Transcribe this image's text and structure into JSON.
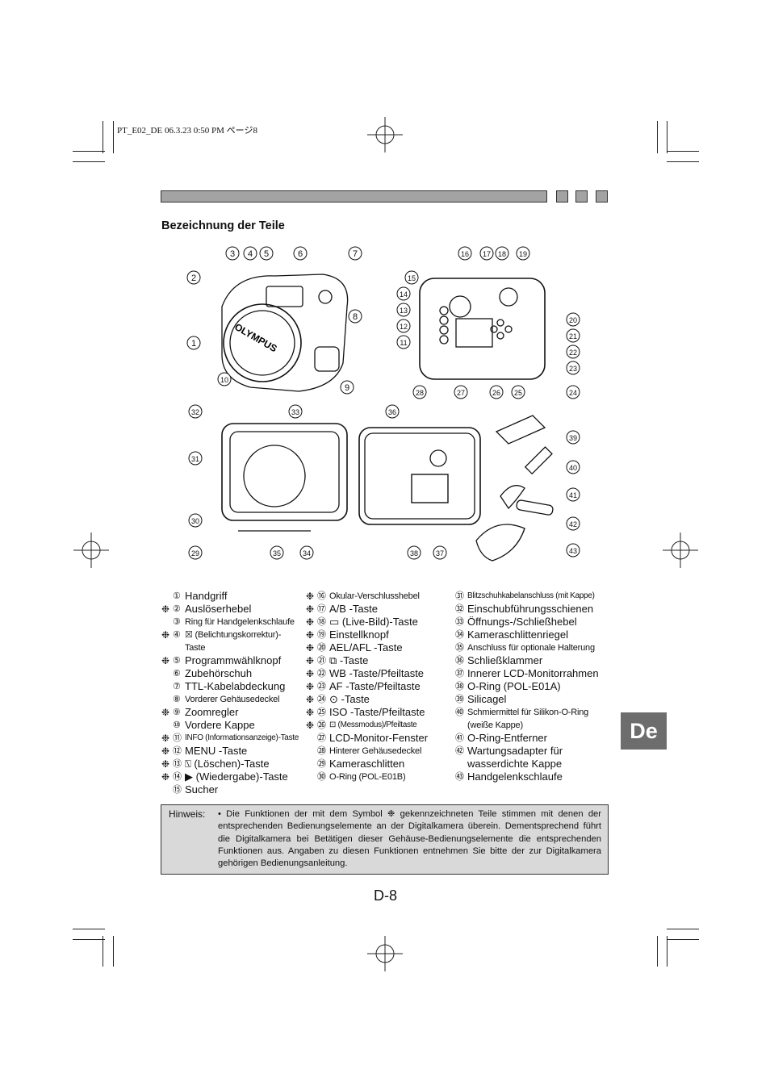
{
  "slug": "PT_E02_DE  06.3.23  0:50 PM  ページ8",
  "heading": "Bezeichnung der Teile",
  "callouts": [
    "1",
    "2",
    "3",
    "4",
    "5",
    "6",
    "7",
    "8",
    "9",
    "10",
    "11",
    "12",
    "13",
    "14",
    "15",
    "16",
    "17",
    "18",
    "19",
    "20",
    "21",
    "22",
    "23",
    "24",
    "25",
    "26",
    "27",
    "28",
    "29",
    "30",
    "31",
    "32",
    "33",
    "34",
    "35",
    "36",
    "37",
    "38",
    "39",
    "40",
    "41",
    "42",
    "43"
  ],
  "logo_text": "OLYMPUS",
  "columns": [
    [
      {
        "mark": "",
        "num": "①",
        "text": "Handgriff",
        "size": ""
      },
      {
        "mark": "❉",
        "num": "②",
        "text": "Auslöserhebel",
        "size": ""
      },
      {
        "mark": "",
        "num": "③",
        "text": "Ring für Handgelenkschlaufe",
        "size": "small"
      },
      {
        "mark": "❉",
        "num": "④",
        "text": "☒ (Belichtungskorrektur)-",
        "size": "small"
      },
      {
        "mark": "",
        "num": "",
        "text": "Taste",
        "size": "small"
      },
      {
        "mark": "❉",
        "num": "⑤",
        "text": "Programmwählknopf",
        "size": ""
      },
      {
        "mark": "",
        "num": "⑥",
        "text": "Zubehörschuh",
        "size": ""
      },
      {
        "mark": "",
        "num": "⑦",
        "text": "TTL-Kabelabdeckung",
        "size": ""
      },
      {
        "mark": "",
        "num": "⑧",
        "text": "Vorderer Gehäusedeckel",
        "size": "small"
      },
      {
        "mark": "❉",
        "num": "⑨",
        "text": "Zoomregler",
        "size": ""
      },
      {
        "mark": "",
        "num": "⑩",
        "text": "Vordere Kappe",
        "size": ""
      },
      {
        "mark": "❉",
        "num": "⑪",
        "text": "INFO (Informationsanzeige)-Taste",
        "size": "tiny"
      },
      {
        "mark": "❉",
        "num": "⑫",
        "text": "MENU -Taste",
        "size": ""
      },
      {
        "mark": "❉",
        "num": "⑬",
        "text": "⍂ (Löschen)-Taste",
        "size": ""
      },
      {
        "mark": "❉",
        "num": "⑭",
        "text": "▶ (Wiedergabe)-Taste",
        "size": ""
      },
      {
        "mark": "",
        "num": "⑮",
        "text": "Sucher",
        "size": ""
      }
    ],
    [
      {
        "mark": "❉",
        "num": "⑯",
        "text": "Okular-Verschlusshebel",
        "size": "small"
      },
      {
        "mark": "❉",
        "num": "⑰",
        "text": "A/B -Taste",
        "size": ""
      },
      {
        "mark": "❉",
        "num": "⑱",
        "text": "▭ (Live-Bild)-Taste",
        "size": ""
      },
      {
        "mark": "❉",
        "num": "⑲",
        "text": "Einstellknopf",
        "size": ""
      },
      {
        "mark": "❉",
        "num": "⑳",
        "text": "AEL/AFL -Taste",
        "size": ""
      },
      {
        "mark": "❉",
        "num": "㉑",
        "text": "⧉ -Taste",
        "size": ""
      },
      {
        "mark": "❉",
        "num": "㉒",
        "text": "WB -Taste/Pfeiltaste",
        "size": ""
      },
      {
        "mark": "❉",
        "num": "㉓",
        "text": "AF -Taste/Pfeiltaste",
        "size": ""
      },
      {
        "mark": "❉",
        "num": "㉔",
        "text": "⊙ -Taste",
        "size": ""
      },
      {
        "mark": "❉",
        "num": "㉕",
        "text": "ISO -Taste/Pfeiltaste",
        "size": ""
      },
      {
        "mark": "❉",
        "num": "㉖",
        "text": "⊡ (Messmodus)/Pfeiltaste",
        "size": "tiny"
      },
      {
        "mark": "",
        "num": "㉗",
        "text": "LCD-Monitor-Fenster",
        "size": ""
      },
      {
        "mark": "",
        "num": "㉘",
        "text": "Hinterer Gehäusedeckel",
        "size": "small"
      },
      {
        "mark": "",
        "num": "㉙",
        "text": "Kameraschlitten",
        "size": ""
      },
      {
        "mark": "",
        "num": "㉚",
        "text": "O-Ring (POL-E01B)",
        "size": "small"
      }
    ],
    [
      {
        "mark": "",
        "num": "㉛",
        "text": "Blitzschuhkabelanschluss (mit Kappe)",
        "size": "tiny"
      },
      {
        "mark": "",
        "num": "㉜",
        "text": "Einschubführungsschienen",
        "size": ""
      },
      {
        "mark": "",
        "num": "㉝",
        "text": "Öffnungs-/Schließhebel",
        "size": ""
      },
      {
        "mark": "",
        "num": "㉞",
        "text": "Kameraschlittenriegel",
        "size": ""
      },
      {
        "mark": "",
        "num": "㉟",
        "text": "Anschluss für optionale Halterung",
        "size": "small"
      },
      {
        "mark": "",
        "num": "㊱",
        "text": "Schließklammer",
        "size": ""
      },
      {
        "mark": "",
        "num": "㊲",
        "text": "Innerer LCD-Monitorrahmen",
        "size": ""
      },
      {
        "mark": "",
        "num": "㊳",
        "text": "O-Ring (POL-E01A)",
        "size": ""
      },
      {
        "mark": "",
        "num": "㊴",
        "text": "Silicagel",
        "size": ""
      },
      {
        "mark": "",
        "num": "㊵",
        "text": "Schmiermittel für Silikon-O-Ring",
        "size": "small"
      },
      {
        "mark": "",
        "num": "",
        "text": "(weiße Kappe)",
        "size": "small"
      },
      {
        "mark": "",
        "num": "㊶",
        "text": "O-Ring-Entferner",
        "size": ""
      },
      {
        "mark": "",
        "num": "㊷",
        "text": "Wartungsadapter für",
        "size": ""
      },
      {
        "mark": "",
        "num": "",
        "text": "wasserdichte Kappe",
        "size": ""
      },
      {
        "mark": "",
        "num": "㊸",
        "text": "Handgelenkschlaufe",
        "size": ""
      }
    ]
  ],
  "note": {
    "label": "Hinweis:",
    "text": "• Die Funktionen der mit dem Symbol ❉ gekennzeichneten Teile stimmen mit denen der entsprechenden Bedienungselemente an der Digitalkamera überein. Dementsprechend führt die Digitalkamera bei Betätigen dieser Gehäuse-Bedienungselemente die entsprechenden Funktionen aus. Angaben zu diesen Funktionen entnehmen Sie bitte der zur Digitalkamera gehörigen Bedienungsanleitung."
  },
  "page_number": "D-8",
  "language_tab": "De"
}
